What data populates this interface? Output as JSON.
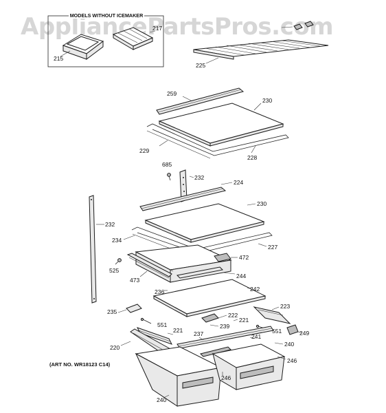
{
  "watermark": "AppliancePartsPros.com",
  "inset_box": {
    "title": "MODELS WITHOUT ICEMAKER",
    "labels": [
      "215",
      "217"
    ]
  },
  "callouts": [
    {
      "id": "c225",
      "text": "225"
    },
    {
      "id": "c259",
      "text": "259"
    },
    {
      "id": "c230a",
      "text": "230"
    },
    {
      "id": "c229",
      "text": "229"
    },
    {
      "id": "c228",
      "text": "228"
    },
    {
      "id": "c685",
      "text": "685"
    },
    {
      "id": "c232a",
      "text": "232"
    },
    {
      "id": "c224",
      "text": "224"
    },
    {
      "id": "c232b",
      "text": "232"
    },
    {
      "id": "c230b",
      "text": "230"
    },
    {
      "id": "c234",
      "text": "234"
    },
    {
      "id": "c227",
      "text": "227"
    },
    {
      "id": "c472",
      "text": "472"
    },
    {
      "id": "c525",
      "text": "525"
    },
    {
      "id": "c473",
      "text": "473"
    },
    {
      "id": "c244",
      "text": "244"
    },
    {
      "id": "c236",
      "text": "236"
    },
    {
      "id": "c242",
      "text": "242"
    },
    {
      "id": "c223",
      "text": "223"
    },
    {
      "id": "c235",
      "text": "235"
    },
    {
      "id": "c222",
      "text": "222"
    },
    {
      "id": "c551a",
      "text": "551"
    },
    {
      "id": "c239",
      "text": "239"
    },
    {
      "id": "c221a",
      "text": "221"
    },
    {
      "id": "c249",
      "text": "249"
    },
    {
      "id": "c551b",
      "text": "551"
    },
    {
      "id": "c221b",
      "text": "221"
    },
    {
      "id": "c237",
      "text": "237"
    },
    {
      "id": "c241",
      "text": "241"
    },
    {
      "id": "c240a",
      "text": "240"
    },
    {
      "id": "c220",
      "text": "220"
    },
    {
      "id": "c246a",
      "text": "246"
    },
    {
      "id": "c246b",
      "text": "246"
    },
    {
      "id": "c240b",
      "text": "240"
    }
  ],
  "art_note": "(ART NO. WR18123 C14)"
}
